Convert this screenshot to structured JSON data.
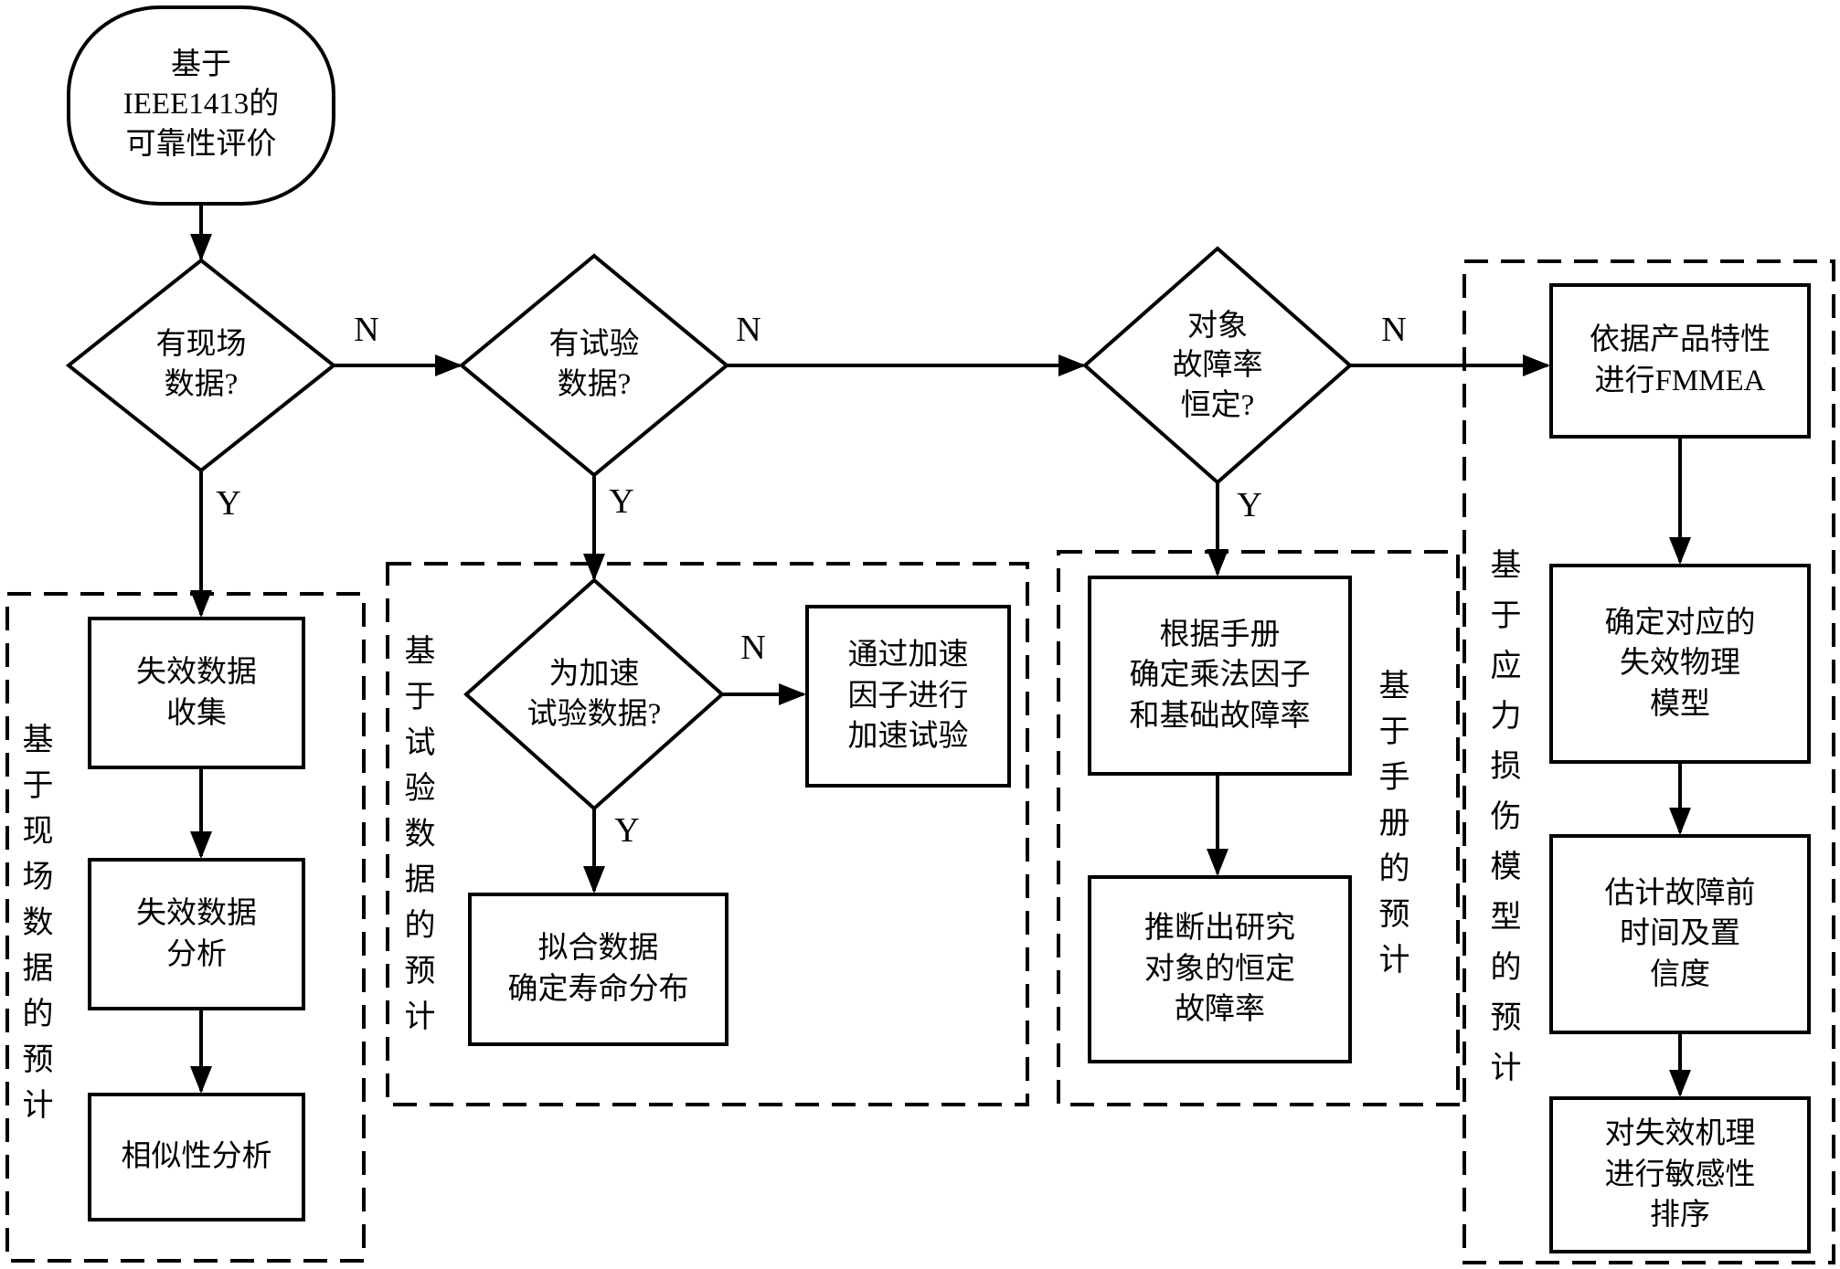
{
  "labels": {
    "no": "N",
    "yes": "Y"
  },
  "nodes": {
    "start": "基于\nIEEE1413的\n可靠性评价",
    "decision_field": "有现场\n数据?",
    "decision_test": "有试验\n数据?",
    "decision_constant": "对象\n故障率\n恒定?",
    "decision_accelerated": "为加速\n试验数据?",
    "collect": "失效数据\n收集",
    "analyze": "失效数据\n分析",
    "similarity": "相似性分析",
    "accel_convert": "通过加速\n因子进行\n加速试验",
    "fit_distribution": "拟合数据\n确定寿命分布",
    "handbook_factor": "根据手册\n确定乘法因子\n和基础故障率",
    "handbook_infer": "推断出研究\n对象的恒定\n故障率",
    "fmmea": "依据产品特性\n进行FMMEA",
    "pof_model": "确定对应的\n失效物理\n模型",
    "ttf_estimate": "估计故障前\n时间及置\n信度",
    "sensitivity_rank": "对失效机理\n进行敏感性\n排序"
  },
  "groups": {
    "field": "基于现场数据的预计",
    "test": "基于试验数据的预计",
    "handbook": "基于手册的预计",
    "stress": "基于应力损伤模型的预计"
  },
  "colors": {
    "stroke": "#000000",
    "background": "#ffffff"
  }
}
